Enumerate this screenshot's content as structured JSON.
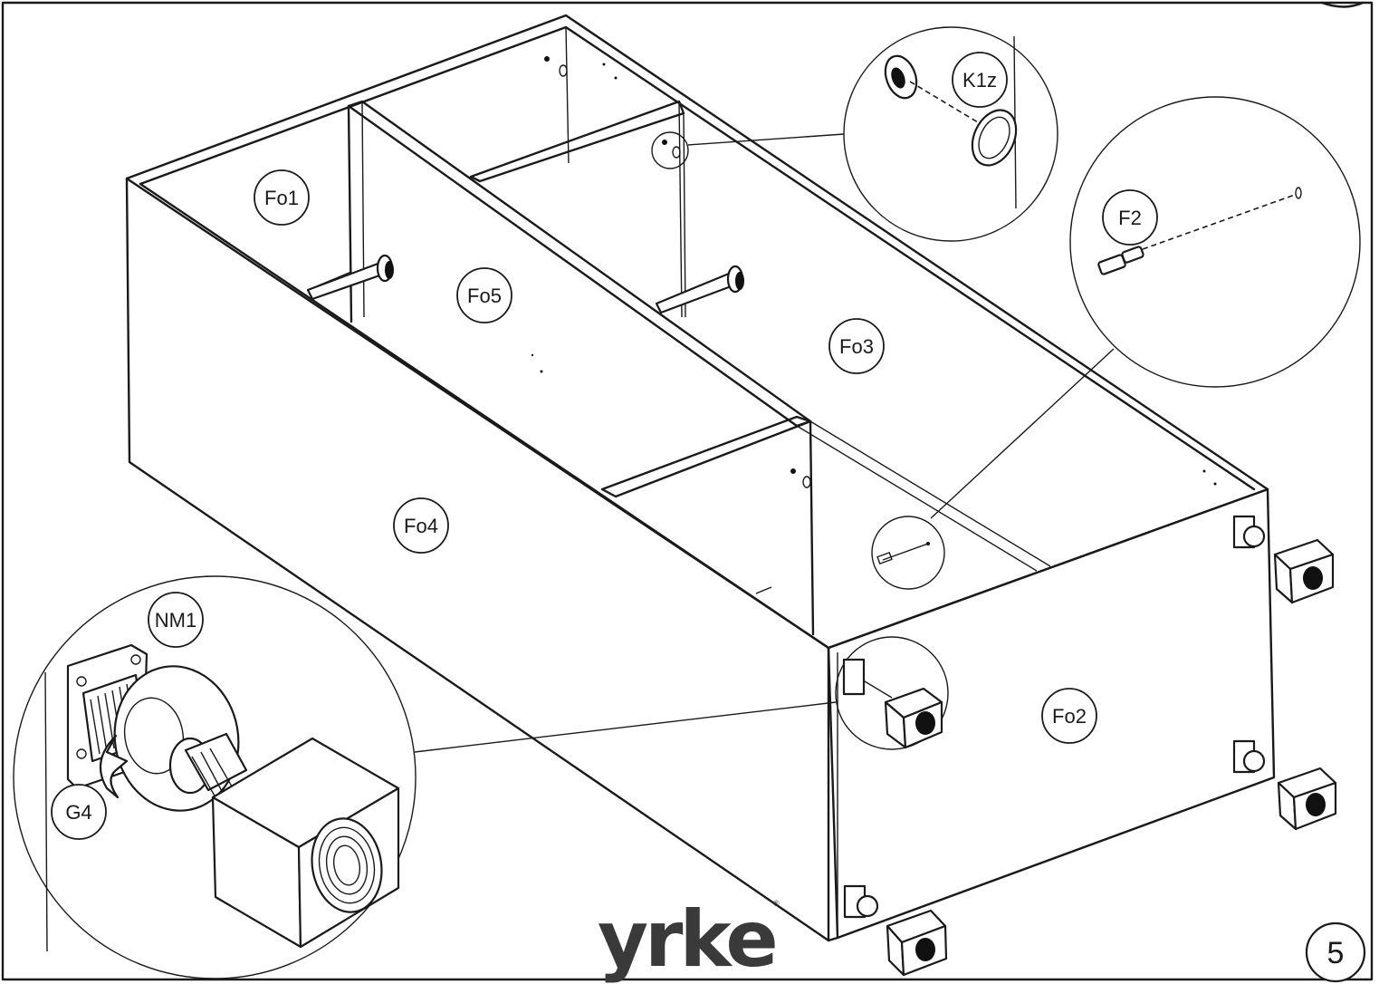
{
  "step": {
    "number": "5"
  },
  "brand": {
    "name": "yrke",
    "trademark": "®"
  },
  "labels": {
    "panels": {
      "fo1": "Fo1",
      "fo2": "Fo2",
      "fo3": "Fo3",
      "fo4": "Fo4",
      "fo5": "Fo5"
    },
    "hardware": {
      "k1z": "K1z",
      "f2": "F2",
      "nm1": "NM1",
      "g4": "G4"
    }
  }
}
